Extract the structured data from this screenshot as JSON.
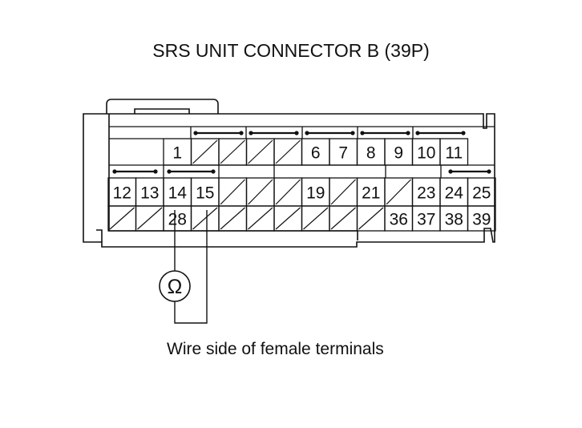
{
  "title": "SRS UNIT CONNECTOR B (39P)",
  "caption": "Wire side of female terminals",
  "meter_symbol": "Ω",
  "meter": {
    "icon": "ohmmeter-icon"
  },
  "connector": {
    "row1": [
      {
        "label": "1"
      },
      {
        "label": ""
      },
      {
        "label": ""
      },
      {
        "label": ""
      },
      {
        "label": ""
      },
      {
        "label": "6"
      },
      {
        "label": "7"
      },
      {
        "label": "8"
      },
      {
        "label": "9"
      },
      {
        "label": "10"
      },
      {
        "label": "11"
      }
    ],
    "row2": [
      {
        "label": "12"
      },
      {
        "label": "13"
      },
      {
        "label": "14"
      },
      {
        "label": "15"
      },
      {
        "label": ""
      },
      {
        "label": ""
      },
      {
        "label": ""
      },
      {
        "label": "19"
      },
      {
        "label": ""
      },
      {
        "label": "21"
      },
      {
        "label": ""
      },
      {
        "label": "23"
      },
      {
        "label": "24"
      },
      {
        "label": "25"
      }
    ],
    "row3": [
      {
        "label": ""
      },
      {
        "label": ""
      },
      {
        "label": "28"
      },
      {
        "label": ""
      },
      {
        "label": ""
      },
      {
        "label": ""
      },
      {
        "label": ""
      },
      {
        "label": ""
      },
      {
        "label": ""
      },
      {
        "label": ""
      },
      {
        "label": "36"
      },
      {
        "label": "37"
      },
      {
        "label": "38"
      },
      {
        "label": "39"
      }
    ]
  },
  "probe_terminals": [
    "14",
    "15"
  ]
}
